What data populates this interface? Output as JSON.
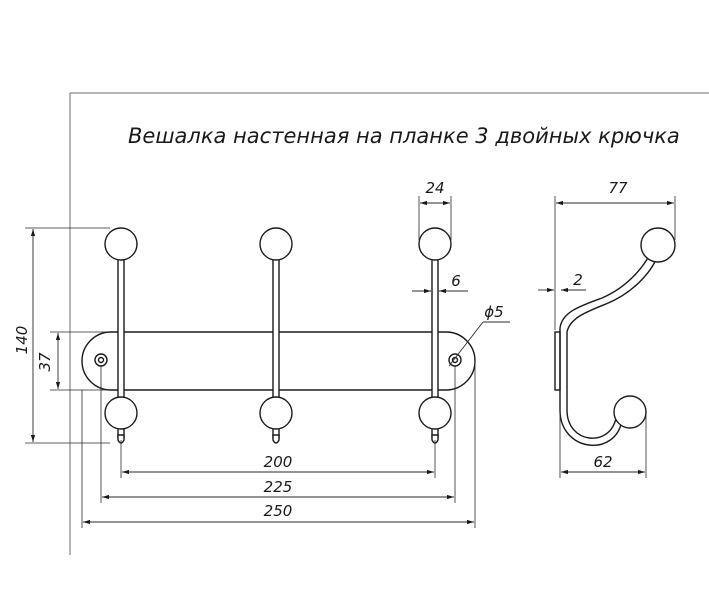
{
  "title": "Вешалка настенная на планке 3 двойных крючка",
  "dimensions": {
    "total_height": "140",
    "plank_height": "37",
    "knob_diameter": "24",
    "hook_width": "6",
    "hole_diameter": "ϕ5",
    "hook_spacing": "200",
    "hole_spacing": "225",
    "plank_length": "250",
    "side_depth": "77",
    "wall_thickness": "2",
    "lower_hook_depth": "62"
  },
  "colors": {
    "line": "#1a1a1a",
    "frame": "#6b6b6b",
    "background": "#ffffff"
  }
}
